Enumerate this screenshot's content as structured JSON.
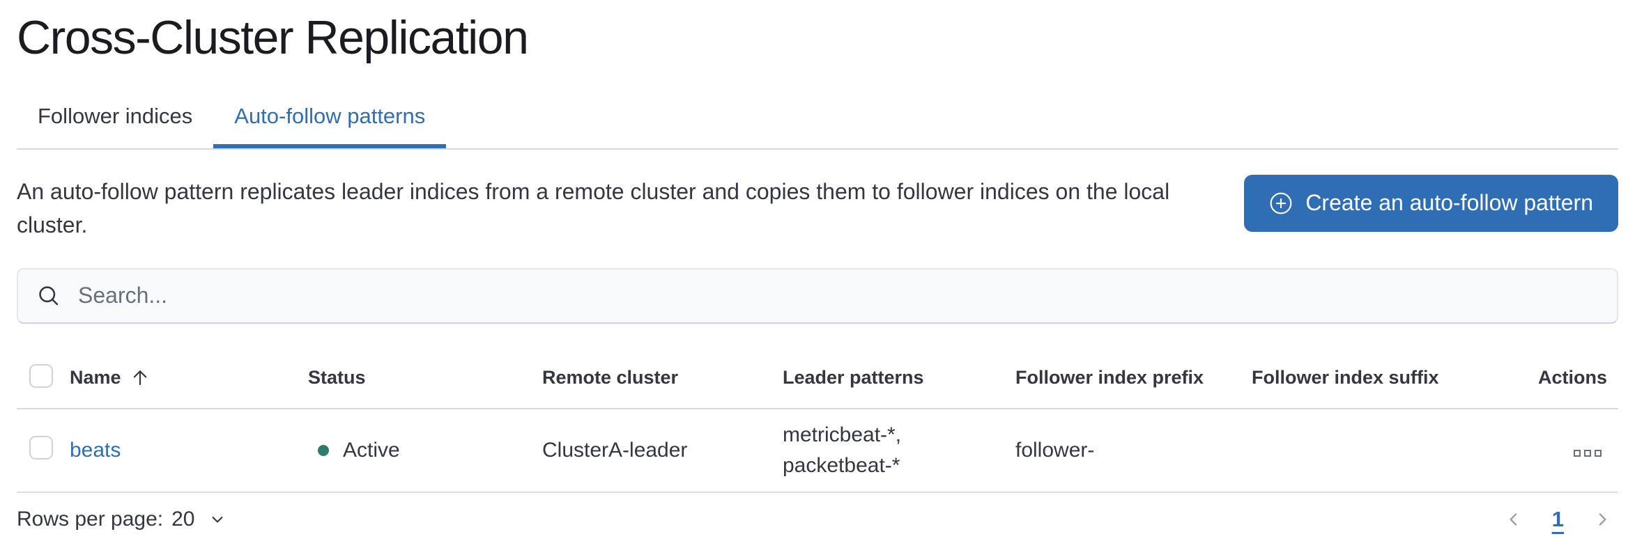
{
  "page": {
    "title": "Cross-Cluster Replication"
  },
  "tabs": {
    "follower_indices": "Follower indices",
    "auto_follow_patterns": "Auto-follow patterns",
    "active_tab": "Auto-follow patterns"
  },
  "intro": {
    "description": "An auto-follow pattern replicates leader indices from a remote cluster and copies them to follower indices on the local cluster.",
    "create_button_label": "Create an auto-follow pattern"
  },
  "search": {
    "placeholder": "Search...",
    "value": ""
  },
  "table": {
    "headers": {
      "name": "Name",
      "status": "Status",
      "remote_cluster": "Remote cluster",
      "leader_patterns": "Leader patterns",
      "follower_index_prefix": "Follower index prefix",
      "follower_index_suffix": "Follower index suffix",
      "actions": "Actions"
    },
    "sort": {
      "column": "Name",
      "direction": "ascending"
    },
    "rows": [
      {
        "name": "beats",
        "status": "Active",
        "remote_cluster": "ClusterA-leader",
        "leader_patterns": [
          "metricbeat-*,",
          "packetbeat-*"
        ],
        "follower_index_prefix": "follower-",
        "follower_index_suffix": ""
      }
    ]
  },
  "footer": {
    "rows_per_page_label": "Rows per page:",
    "rows_per_page_value": "20",
    "current_page": "1"
  },
  "icons": {
    "create_button": "plus-in-circle",
    "search": "magnifier",
    "sort": "arrow-up",
    "actions": "boxes-horizontal",
    "rows_per_page": "chevron-down",
    "pagination_prev": "chevron-left",
    "pagination_next": "chevron-right",
    "status": "dot"
  },
  "colors": {
    "accent": "#2f6eb4",
    "success_dot": "#2f7c6e",
    "text": "#343741",
    "title": "#1a1c21",
    "muted": "#69707d",
    "border": "#d3dae6",
    "button_background": "#2f6eb4"
  }
}
